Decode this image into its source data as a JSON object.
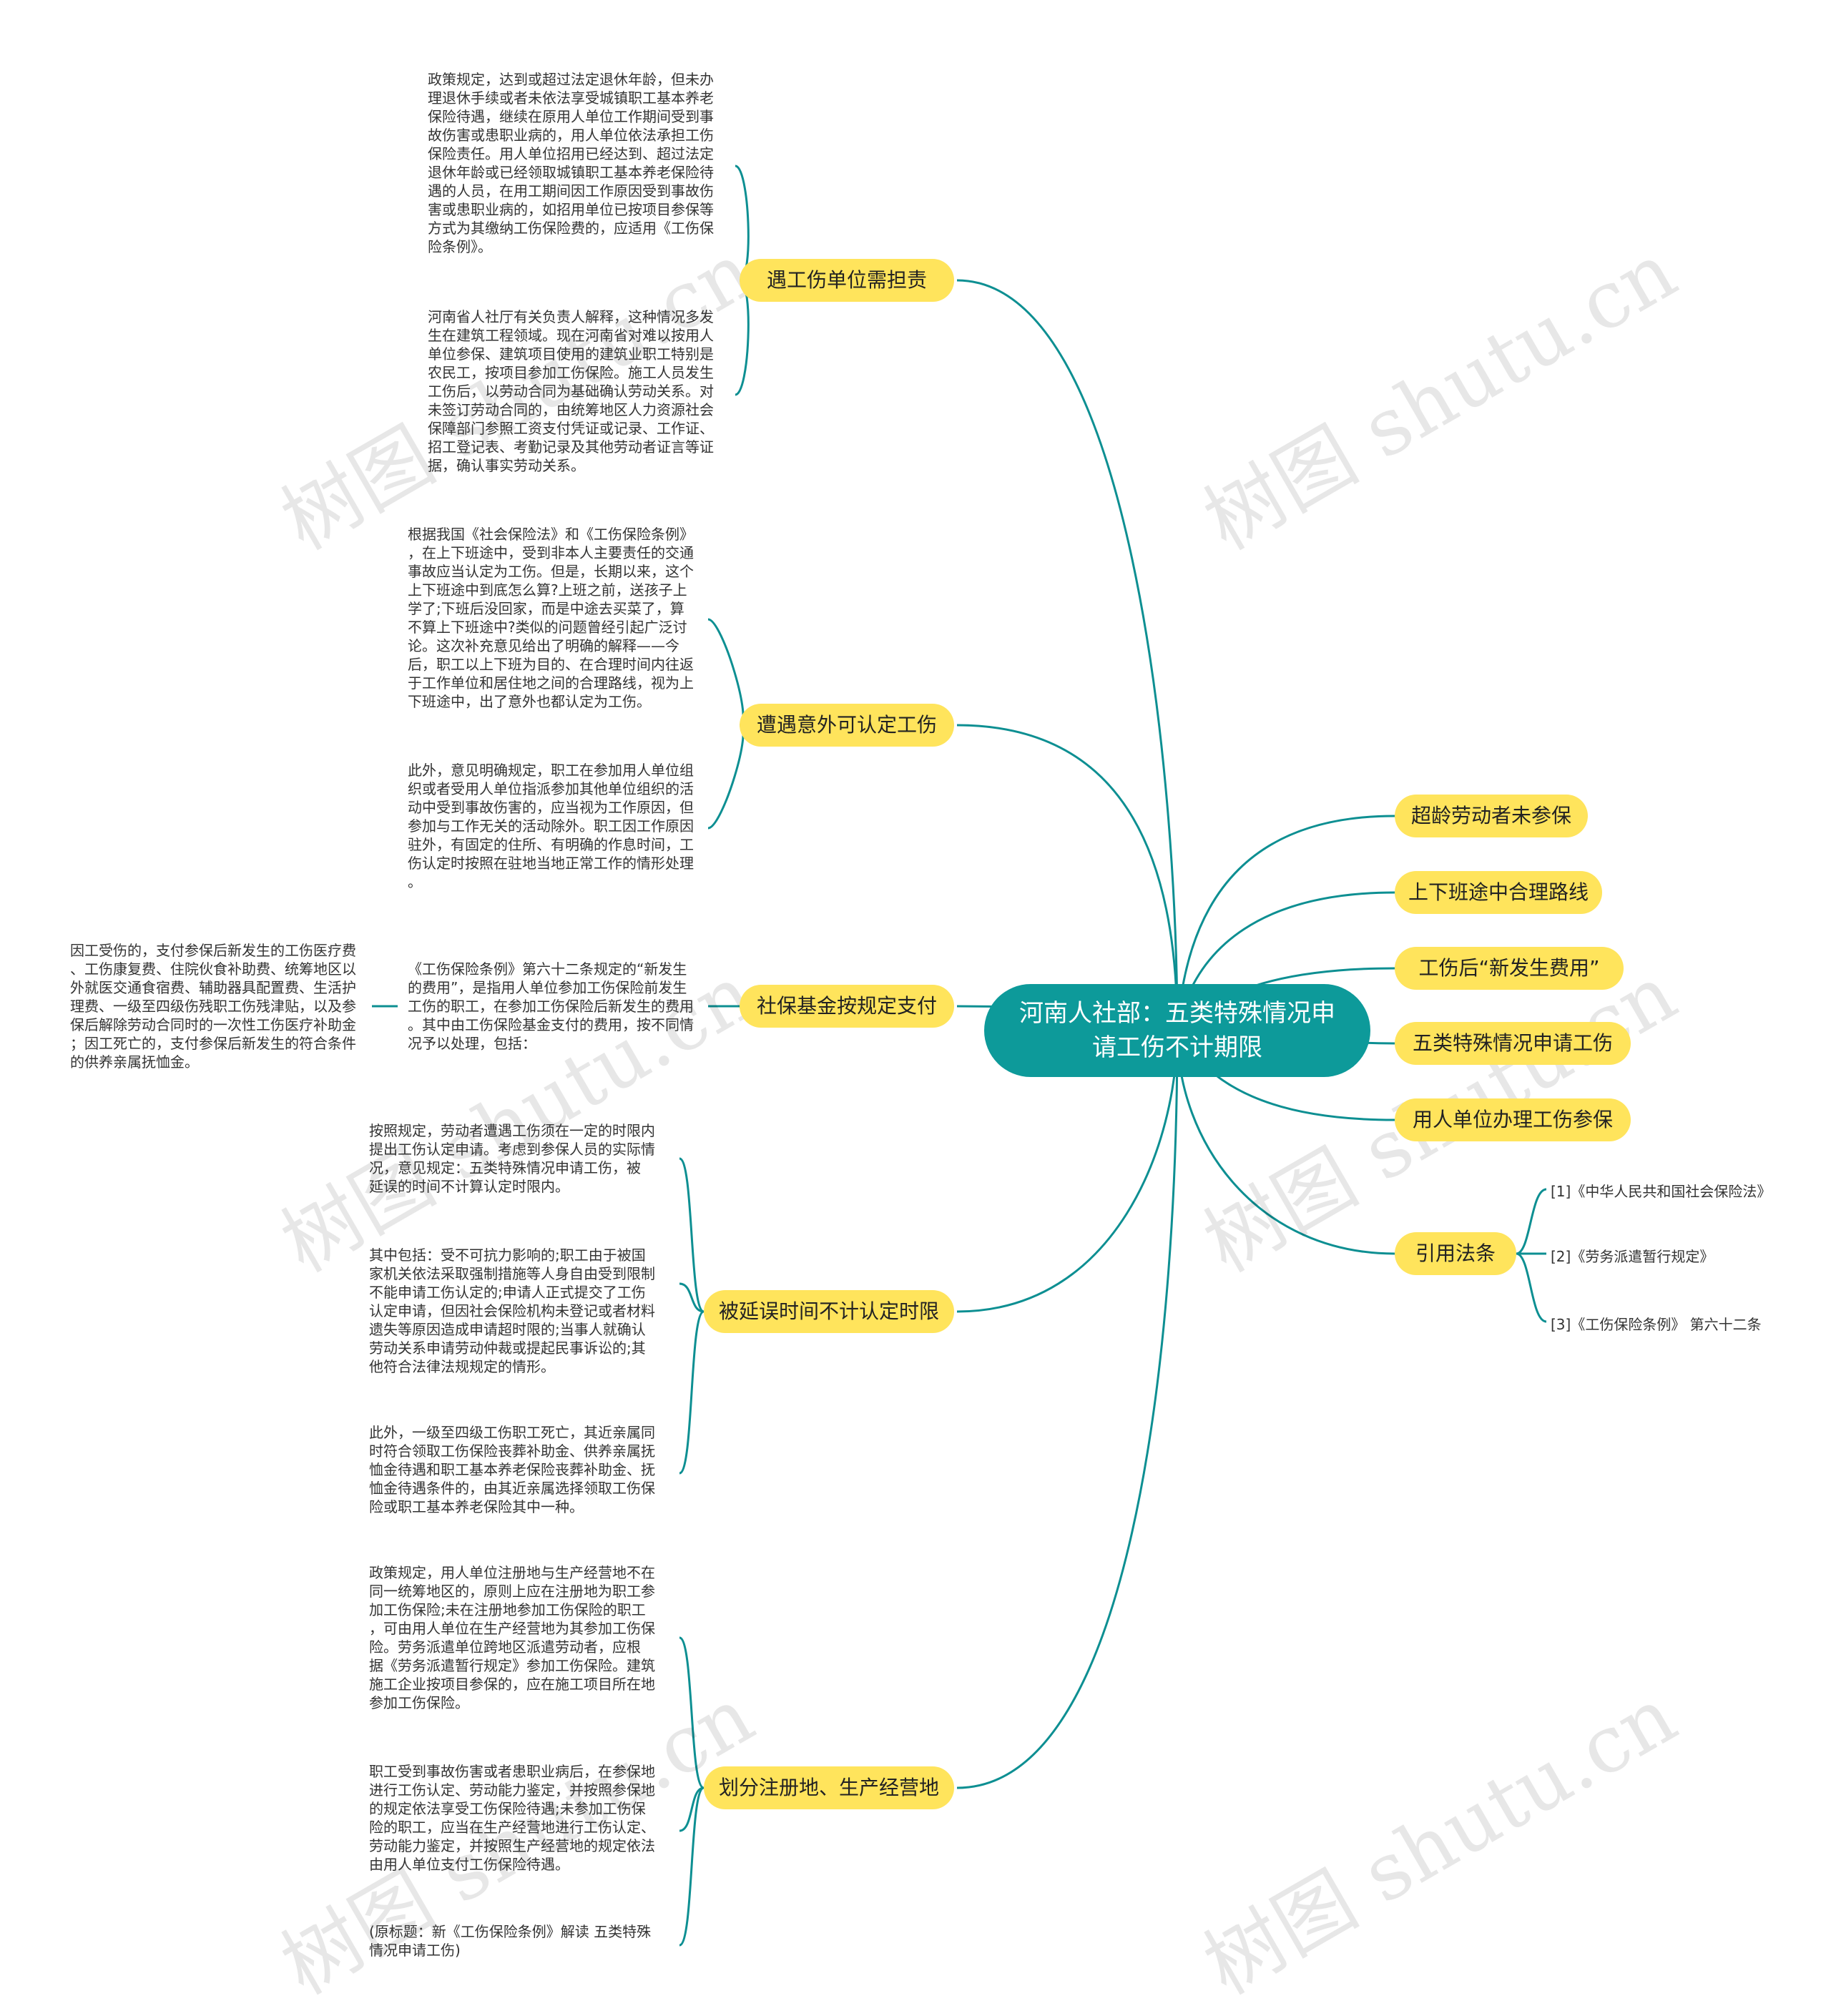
{
  "root": {
    "title": "河南人社部：五类特殊情况申请工伤不计期限"
  },
  "left_branches": [
    {
      "label": "遇工伤单位需担责"
    },
    {
      "label": "遭遇意外可认定工伤"
    },
    {
      "label": "社保基金按规定支付"
    },
    {
      "label": "被延误时间不计认定时限"
    },
    {
      "label": "划分注册地、生产经营地"
    }
  ],
  "right_branches": [
    {
      "label": "超龄劳动者未参保"
    },
    {
      "label": "上下班途中合理路线"
    },
    {
      "label": "工伤后“新发生费用”"
    },
    {
      "label": "五类特殊情况申请工伤"
    },
    {
      "label": "用人单位办理工伤参保"
    },
    {
      "label": "引用法条"
    }
  ],
  "references": [
    "[1]《中华人民共和国社会保险法》",
    "[2]《劳务派遣暂行规定》",
    "[3]《工伤保险条例》 第六十二条"
  ],
  "texts": {
    "b1_t1": "政策规定，达到或超过法定退休年龄，但未办\n理退休手续或者未依法享受城镇职工基本养老\n保险待遇，继续在原用人单位工作期间受到事\n故伤害或患职业病的，用人单位依法承担工伤\n保险责任。用人单位招用已经达到、超过法定\n退休年龄或已经领取城镇职工基本养老保险待\n遇的人员，在用工期间因工作原因受到事故伤\n害或患职业病的，如招用单位已按项目参保等\n方式为其缴纳工伤保险费的，应适用《工伤保\n险条例》。",
    "b1_t2": "河南省人社厅有关负责人解释，这种情况多发\n生在建筑工程领域。现在河南省对难以按用人\n单位参保、建筑项目使用的建筑业职工特别是\n农民工，按项目参加工伤保险。施工人员发生\n工伤后，以劳动合同为基础确认劳动关系。对\n未签订劳动合同的，由统筹地区人力资源社会\n保障部门参照工资支付凭证或记录、工作证、\n招工登记表、考勤记录及其他劳动者证言等证\n据，确认事实劳动关系。",
    "b2_t1": "根据我国《社会保险法》和《工伤保险条例》\n，在上下班途中，受到非本人主要责任的交通\n事故应当认定为工伤。但是，长期以来，这个\n上下班途中到底怎么算?上班之前，送孩子上\n学了;下班后没回家，而是中途去买菜了，算\n不算上下班途中?类似的问题曾经引起广泛讨\n论。这次补充意见给出了明确的解释——今\n后，职工以上下班为目的、在合理时间内往返\n于工作单位和居住地之间的合理路线，视为上\n下班途中，出了意外也都认定为工伤。",
    "b2_t2": "此外，意见明确规定，职工在参加用人单位组\n织或者受用人单位指派参加其他单位组织的活\n动中受到事故伤害的，应当视为工作原因，但\n参加与工作无关的活动除外。职工因工作原因\n驻外，有固定的住所、有明确的作息时间，工\n伤认定时按照在驻地当地正常工作的情形处理\n。",
    "b3_t1": "《工伤保险条例》第六十二条规定的“新发生\n的费用”，是指用人单位参加工伤保险前发生\n工伤的职工，在参加工伤保险后新发生的费用\n。其中由工伤保险基金支付的费用，按不同情\n况予以处理，包括：",
    "b3_t2": "因工受伤的，支付参保后新发生的工伤医疗费\n、工伤康复费、住院伙食补助费、统筹地区以\n外就医交通食宿费、辅助器具配置费、生活护\n理费、一级至四级伤残职工伤残津贴，以及参\n保后解除劳动合同时的一次性工伤医疗补助金\n；因工死亡的，支付参保后新发生的符合条件\n的供养亲属抚恤金。",
    "b4_t1": "按照规定，劳动者遭遇工伤须在一定的时限内\n提出工伤认定申请。考虑到参保人员的实际情\n况，意见规定：五类特殊情况申请工伤，被\n延误的时间不计算认定时限内。",
    "b4_t2": "其中包括：受不可抗力影响的;职工由于被国\n家机关依法采取强制措施等人身自由受到限制\n不能申请工伤认定的;申请人正式提交了工伤\n认定申请，但因社会保险机构未登记或者材料\n遗失等原因造成申请超时限的;当事人就确认\n劳动关系申请劳动仲裁或提起民事诉讼的;其\n他符合法律法规规定的情形。",
    "b4_t3": "此外，一级至四级工伤职工死亡，其近亲属同\n时符合领取工伤保险丧葬补助金、供养亲属抚\n恤金待遇和职工基本养老保险丧葬补助金、抚\n恤金待遇条件的，由其近亲属选择领取工伤保\n险或职工基本养老保险其中一种。",
    "b5_t1": "政策规定，用人单位注册地与生产经营地不在\n同一统筹地区的，原则上应在注册地为职工参\n加工伤保险;未在注册地参加工伤保险的职工\n，可由用人单位在生产经营地为其参加工伤保\n险。劳务派遣单位跨地区派遣劳动者，应根\n据《劳务派遣暂行规定》参加工伤保险。建筑\n施工企业按项目参保的，应在施工项目所在地\n参加工伤保险。",
    "b5_t2": "职工受到事故伤害或者患职业病后，在参保地\n进行工伤认定、劳动能力鉴定，并按照参保地\n的规定依法享受工伤保险待遇;未参加工伤保\n险的职工，应当在生产经营地进行工伤认定、\n劳动能力鉴定，并按照生产经营地的规定依法\n由用人单位支付工伤保险待遇。",
    "b5_t3": "(原标题：新《工伤保险条例》解读 五类特殊\n情况申请工伤)"
  },
  "watermark": "树图 shutu.cn",
  "colors": {
    "root": "#0d9a9a",
    "branch": "#ffe45c",
    "line": "#0d8f92"
  }
}
